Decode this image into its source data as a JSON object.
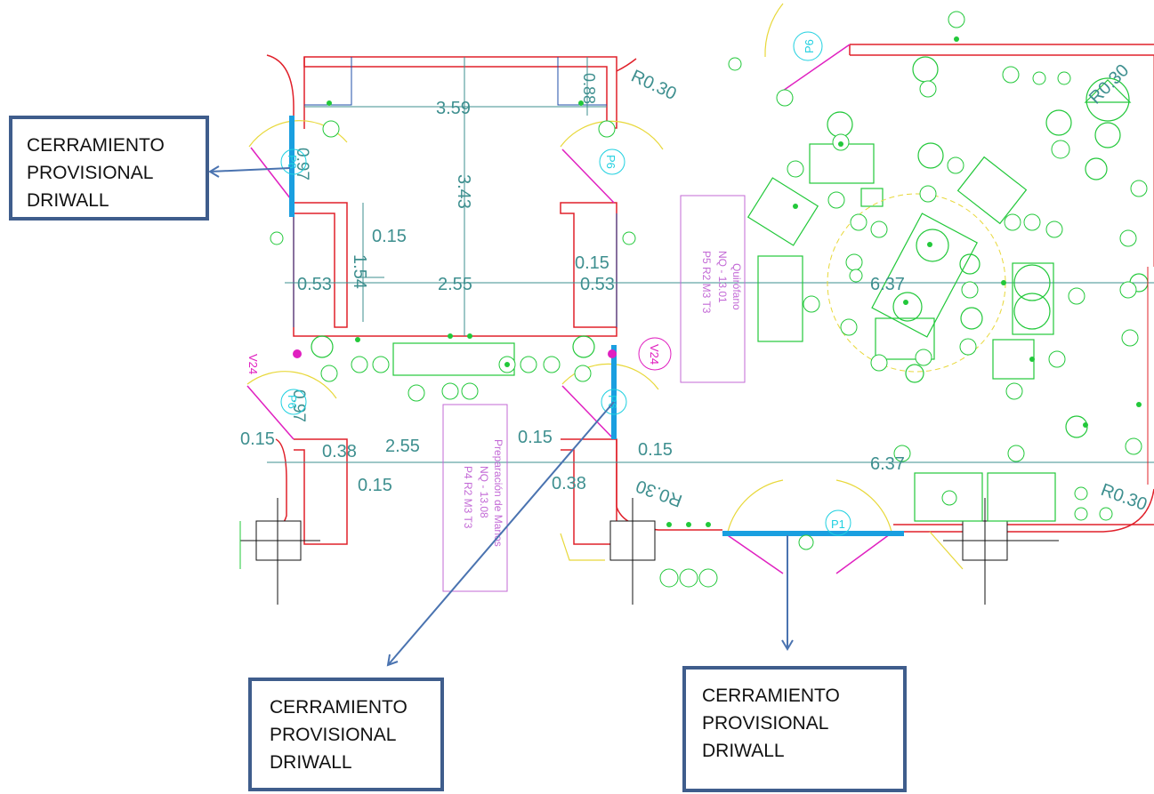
{
  "callouts": [
    {
      "line1": "CERRAMIENTO",
      "line2": "PROVISIONAL",
      "line3": "DRIWALL"
    },
    {
      "line1": "CERRAMIENTO",
      "line2": "PROVISIONAL",
      "line3": "DRIWALL"
    },
    {
      "line1": "CERRAMIENTO",
      "line2": "PROVISIONAL",
      "line3": "DRIWALL"
    }
  ],
  "rooms": {
    "quirofano": {
      "name": "Quirófano",
      "code": "NQ - 13.01",
      "spec": "P5 R2 M3 T3"
    },
    "preparacion": {
      "name": "Preparación de Manos",
      "code": "NQ - 13.08",
      "spec": "P4 R2 M3 T3"
    }
  },
  "dimensions": {
    "d359": "3.59",
    "d343": "3.43",
    "d088": "0.88",
    "d097a": "0.97",
    "d097b": "0.97",
    "d015a": "0.15",
    "d154": "1.54",
    "d053a": "0.53",
    "d255a": "2.55",
    "d015b": "0.15",
    "d053b": "0.53",
    "d637a": "6.37",
    "d637b": "6.37",
    "d015c": "0.15",
    "d038a": "0.38",
    "d015d": "0.15",
    "d255b": "2.55",
    "d015e": "0.15",
    "d038b": "0.38",
    "d015f": "0.15"
  },
  "radii": {
    "r1": "R0.30",
    "r2": "R0.30",
    "r3": "R0.30",
    "r4": "R0.30"
  },
  "doors": {
    "p6a": "P6",
    "p6b": "P6",
    "p6c": "P6",
    "p6d": "P6",
    "p1": "P1"
  },
  "tags": {
    "v24a": "V24",
    "v24b": "V24"
  },
  "colors": {
    "wall": "#e0202a",
    "equipment": "#22c83a",
    "dimension": "#3e8f8f",
    "partition": "#1a9fe0",
    "callout_border": "#3f5d8c",
    "label": "#c36ad6"
  }
}
